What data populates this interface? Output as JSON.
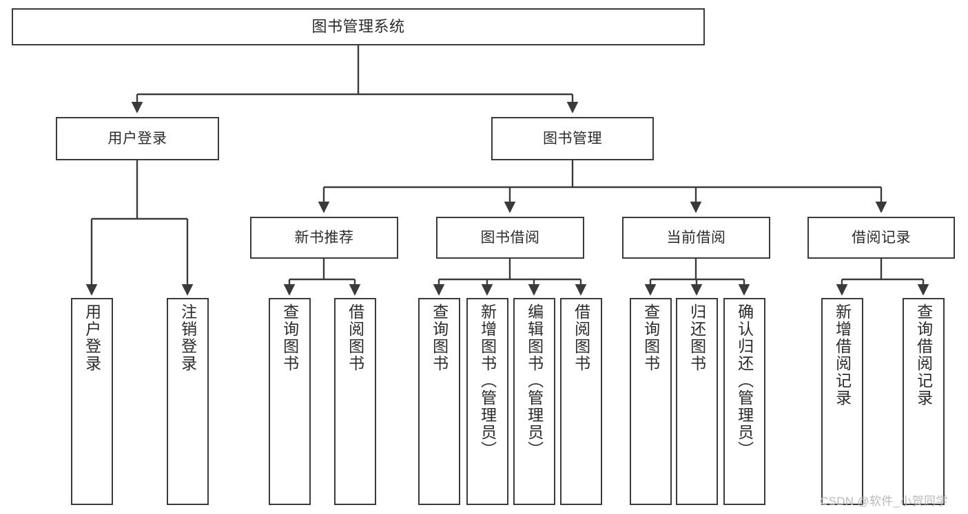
{
  "diagram": {
    "type": "tree-hierarchy",
    "title": "图书管理系统",
    "watermark": "CSDN @软件_小贺同学",
    "colors": {
      "stroke": "#3a3a3a",
      "fill": "#ffffff",
      "text": "#2b2b2b",
      "watermark": "#b9b9b9"
    },
    "nodes": {
      "root": {
        "label": "图书管理系统"
      },
      "level2": [
        {
          "label": "用户登录"
        },
        {
          "label": "图书管理"
        }
      ],
      "level3": [
        {
          "label": "新书推荐"
        },
        {
          "label": "图书借阅"
        },
        {
          "label": "当前借阅"
        },
        {
          "label": "借阅记录"
        }
      ],
      "leaves": {
        "user_login": [
          {
            "label": "用户登录"
          },
          {
            "label": "注销登录"
          }
        ],
        "new_book": [
          {
            "label": "查询图书"
          },
          {
            "label": "借阅图书"
          }
        ],
        "book_borrow": [
          {
            "label": "查询图书"
          },
          {
            "label": "新增图书（管理员）"
          },
          {
            "label": "编辑图书（管理员）"
          },
          {
            "label": "借阅图书"
          }
        ],
        "current_borrow": [
          {
            "label": "查询图书"
          },
          {
            "label": "归还图书"
          },
          {
            "label": "确认归还（管理员）"
          }
        ],
        "borrow_record": [
          {
            "label": "新增借阅记录"
          },
          {
            "label": "查询借阅记录"
          }
        ]
      }
    }
  }
}
